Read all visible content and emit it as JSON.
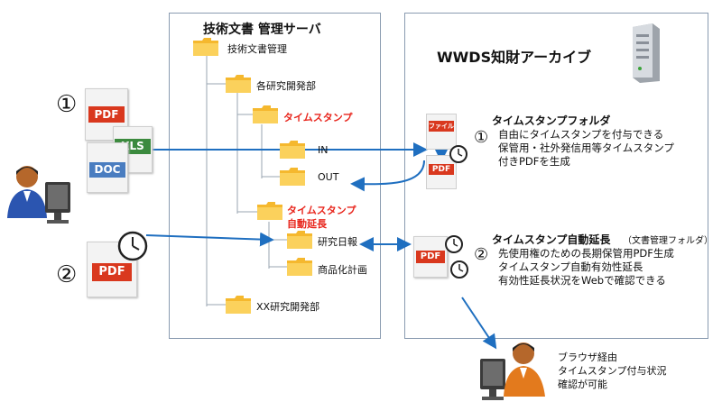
{
  "server": {
    "title": "技術文書 管理サーバ",
    "root": "技術文書管理",
    "dept": "各研究開発部",
    "ts": "タイムスタンプ",
    "in": "IN",
    "out": "OUT",
    "ts_auto_1": "タイムスタンプ",
    "ts_auto_2": "自動延長",
    "report": "研究日報",
    "plan": "商品化計画",
    "xx": "XX研究開発部"
  },
  "archive": {
    "title": "WWDS知財アーカイブ",
    "f1_title": "タイムスタンプフォルダ",
    "f1_l1": "自由にタイムスタンプを付与できる",
    "f1_l2": "保管用・社外発信用等タイムスタンプ",
    "f1_l3": "付きPDFを生成",
    "f2_title": "タイムスタンプ自動延長",
    "f2_sub": "（文書管理フォルダ）",
    "f2_l1": "先使用権のための長期保管用PDF生成",
    "f2_l2": "タイムスタンプ自動有効性延長",
    "f2_l3": "有効性延長状況をWebで確認できる",
    "file_label": "ファイル",
    "pdf_label": "PDF"
  },
  "left": {
    "num1": "①",
    "num2": "②",
    "pdf": "PDF",
    "xls": "XLS",
    "doc": "DOC"
  },
  "markers": {
    "n1": "①",
    "n2": "②"
  },
  "browser": {
    "l1": "ブラウザ経由",
    "l2": "タイムスタンプ付与状況",
    "l3": "確認が可能"
  },
  "colors": {
    "folder": "#f5b82e",
    "arrow": "#1f6fc0",
    "red": "#e8251c",
    "pdf_red": "#d9381e",
    "xls_green": "#3b8a3e",
    "doc_blue": "#4a7dc0"
  }
}
